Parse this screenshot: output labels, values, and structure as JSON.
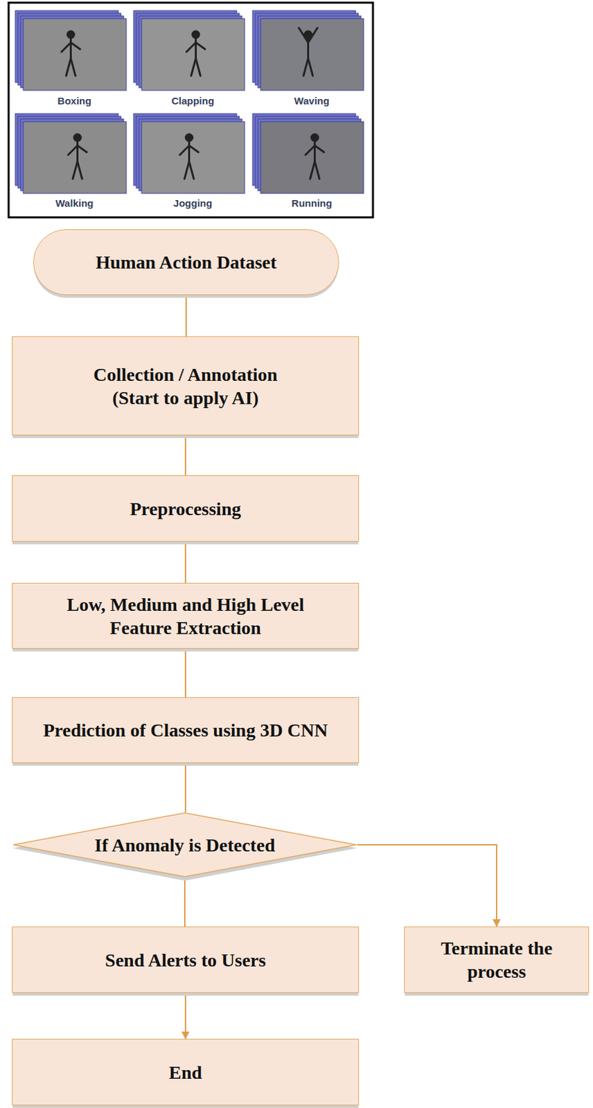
{
  "diagram": {
    "nodes": [
      {
        "text": [
          "Human Action Dataset"
        ]
      },
      {
        "text": [
          "Collection / Annotation (Start to apply AI)"
        ]
      },
      {
        "text": [
          "Preprocessing"
        ]
      },
      {
        "text": [
          "Low, Medium and High Level Feature Extraction"
        ]
      },
      {
        "text": [
          "Prediction of Classes using 3D CNN"
        ]
      },
      {
        "text": [
          "If Anomaly is Detected"
        ]
      },
      {
        "text": [
          "Send Alerts to Users"
        ]
      },
      {
        "text": [
          "Terminate the process"
        ]
      },
      {
        "text": [
          "End"
        ]
      }
    ],
    "edges": [
      {
        "from": 0,
        "to": 1,
        "arrow": "none"
      },
      {
        "from": 1,
        "to": 2,
        "arrow": "none"
      },
      {
        "from": 2,
        "to": 3,
        "arrow": "none"
      },
      {
        "from": 3,
        "to": 4,
        "arrow": "none"
      },
      {
        "from": 4,
        "to": 5,
        "arrow": "none"
      },
      {
        "from": 5,
        "to": 6,
        "arrow": "none"
      },
      {
        "from": 5,
        "to": 7,
        "arrow": "to"
      },
      {
        "from": 6,
        "to": 8,
        "arrow": "to"
      }
    ],
    "labels": [
      "Boxing",
      "Clapping",
      "Waving",
      "Walking",
      "Jogging",
      "Running"
    ]
  }
}
